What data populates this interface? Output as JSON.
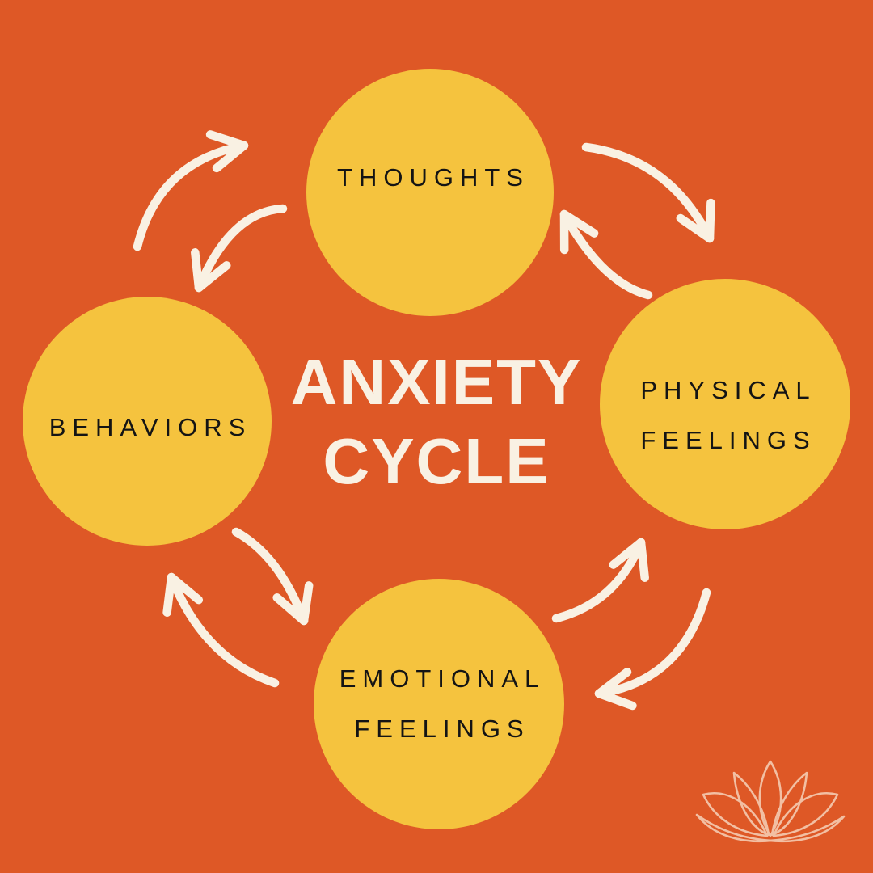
{
  "page": {
    "title": "Anxiety Cycle infographic"
  },
  "palette": {
    "background": "#DE5826",
    "circle": "#F5C33E",
    "title_text": "#F9F1E3",
    "label_text": "#141414",
    "arrow": "#F9F1E3",
    "lotus": "#F2BFA3"
  },
  "center_title": {
    "line1": "ANXIETY",
    "line2": "CYCLE"
  },
  "nodes": [
    {
      "id": "thoughts",
      "label": "THOUGHTS",
      "line1": "THOUGHTS",
      "line2": ""
    },
    {
      "id": "physical-feelings",
      "label": "PHYSICAL FEELINGS",
      "line1": "PHYSICAL",
      "line2": "FEELINGS"
    },
    {
      "id": "emotional-feelings",
      "label": "EMOTIONAL FEELINGS",
      "line1": "EMOTIONAL",
      "line2": "FEELINGS"
    },
    {
      "id": "behaviors",
      "label": "BEHAVIORS",
      "line1": "BEHAVIORS",
      "line2": ""
    }
  ],
  "connections": [
    {
      "from": "BEHAVIORS",
      "to": "THOUGHTS",
      "bidirectional": true
    },
    {
      "from": "THOUGHTS",
      "to": "PHYSICAL FEELINGS",
      "bidirectional": true
    },
    {
      "from": "PHYSICAL FEELINGS",
      "to": "EMOTIONAL FEELINGS",
      "bidirectional": true
    },
    {
      "from": "EMOTIONAL FEELINGS",
      "to": "BEHAVIORS",
      "bidirectional": true
    }
  ],
  "brand": {
    "icon": "lotus"
  }
}
